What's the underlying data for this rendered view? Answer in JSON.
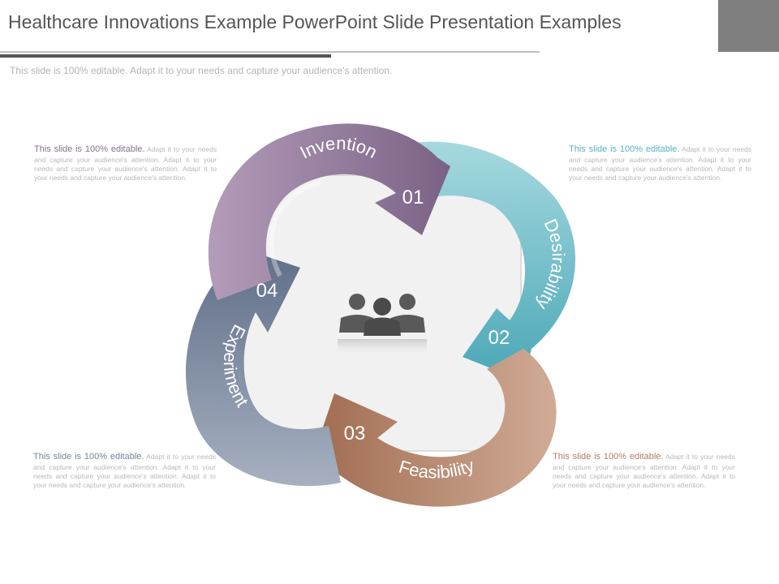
{
  "title": "Healthcare Innovations Example PowerPoint Slide Presentation Examples",
  "subtitle": "This slide is 100% editable. Adapt it to your needs and capture your audience's attention.",
  "notes": [
    {
      "lead": "This slide is 100% editable.",
      "body": " Adapt it to your needs and capture your audience's attention. Adapt it to your needs and capture your audience's attention. Adapt it to your needs and capture your audience's attention."
    },
    {
      "lead": "This slide is 100% editable.",
      "body": " Adapt it to your needs and capture your audience's attention. Adapt it to your needs and capture your audience's attention. Adapt it to your needs and capture your audience's attention."
    },
    {
      "lead": "This slide is 100% editable.",
      "body": " Adapt it to your needs and capture your audience's attention. Adapt it to your needs and capture your audience's attention. Adapt it to your needs and capture your audience's attention."
    },
    {
      "lead": "This slide is 100% editable.",
      "body": " Adapt it to your needs and capture your audience's attention. Adapt it to your needs and capture your audience's attention. Adapt it to your needs and capture your audience's attention."
    }
  ],
  "steps": [
    {
      "number": "01",
      "label": "Invention",
      "color": "#8a7294"
    },
    {
      "number": "02",
      "label": "Desirability",
      "color": "#5ab0be"
    },
    {
      "number": "03",
      "label": "Feasibility",
      "color": "#b07c62"
    },
    {
      "number": "04",
      "label": "Experiment",
      "color": "#73819a"
    }
  ],
  "center_icon": "people-group-icon"
}
